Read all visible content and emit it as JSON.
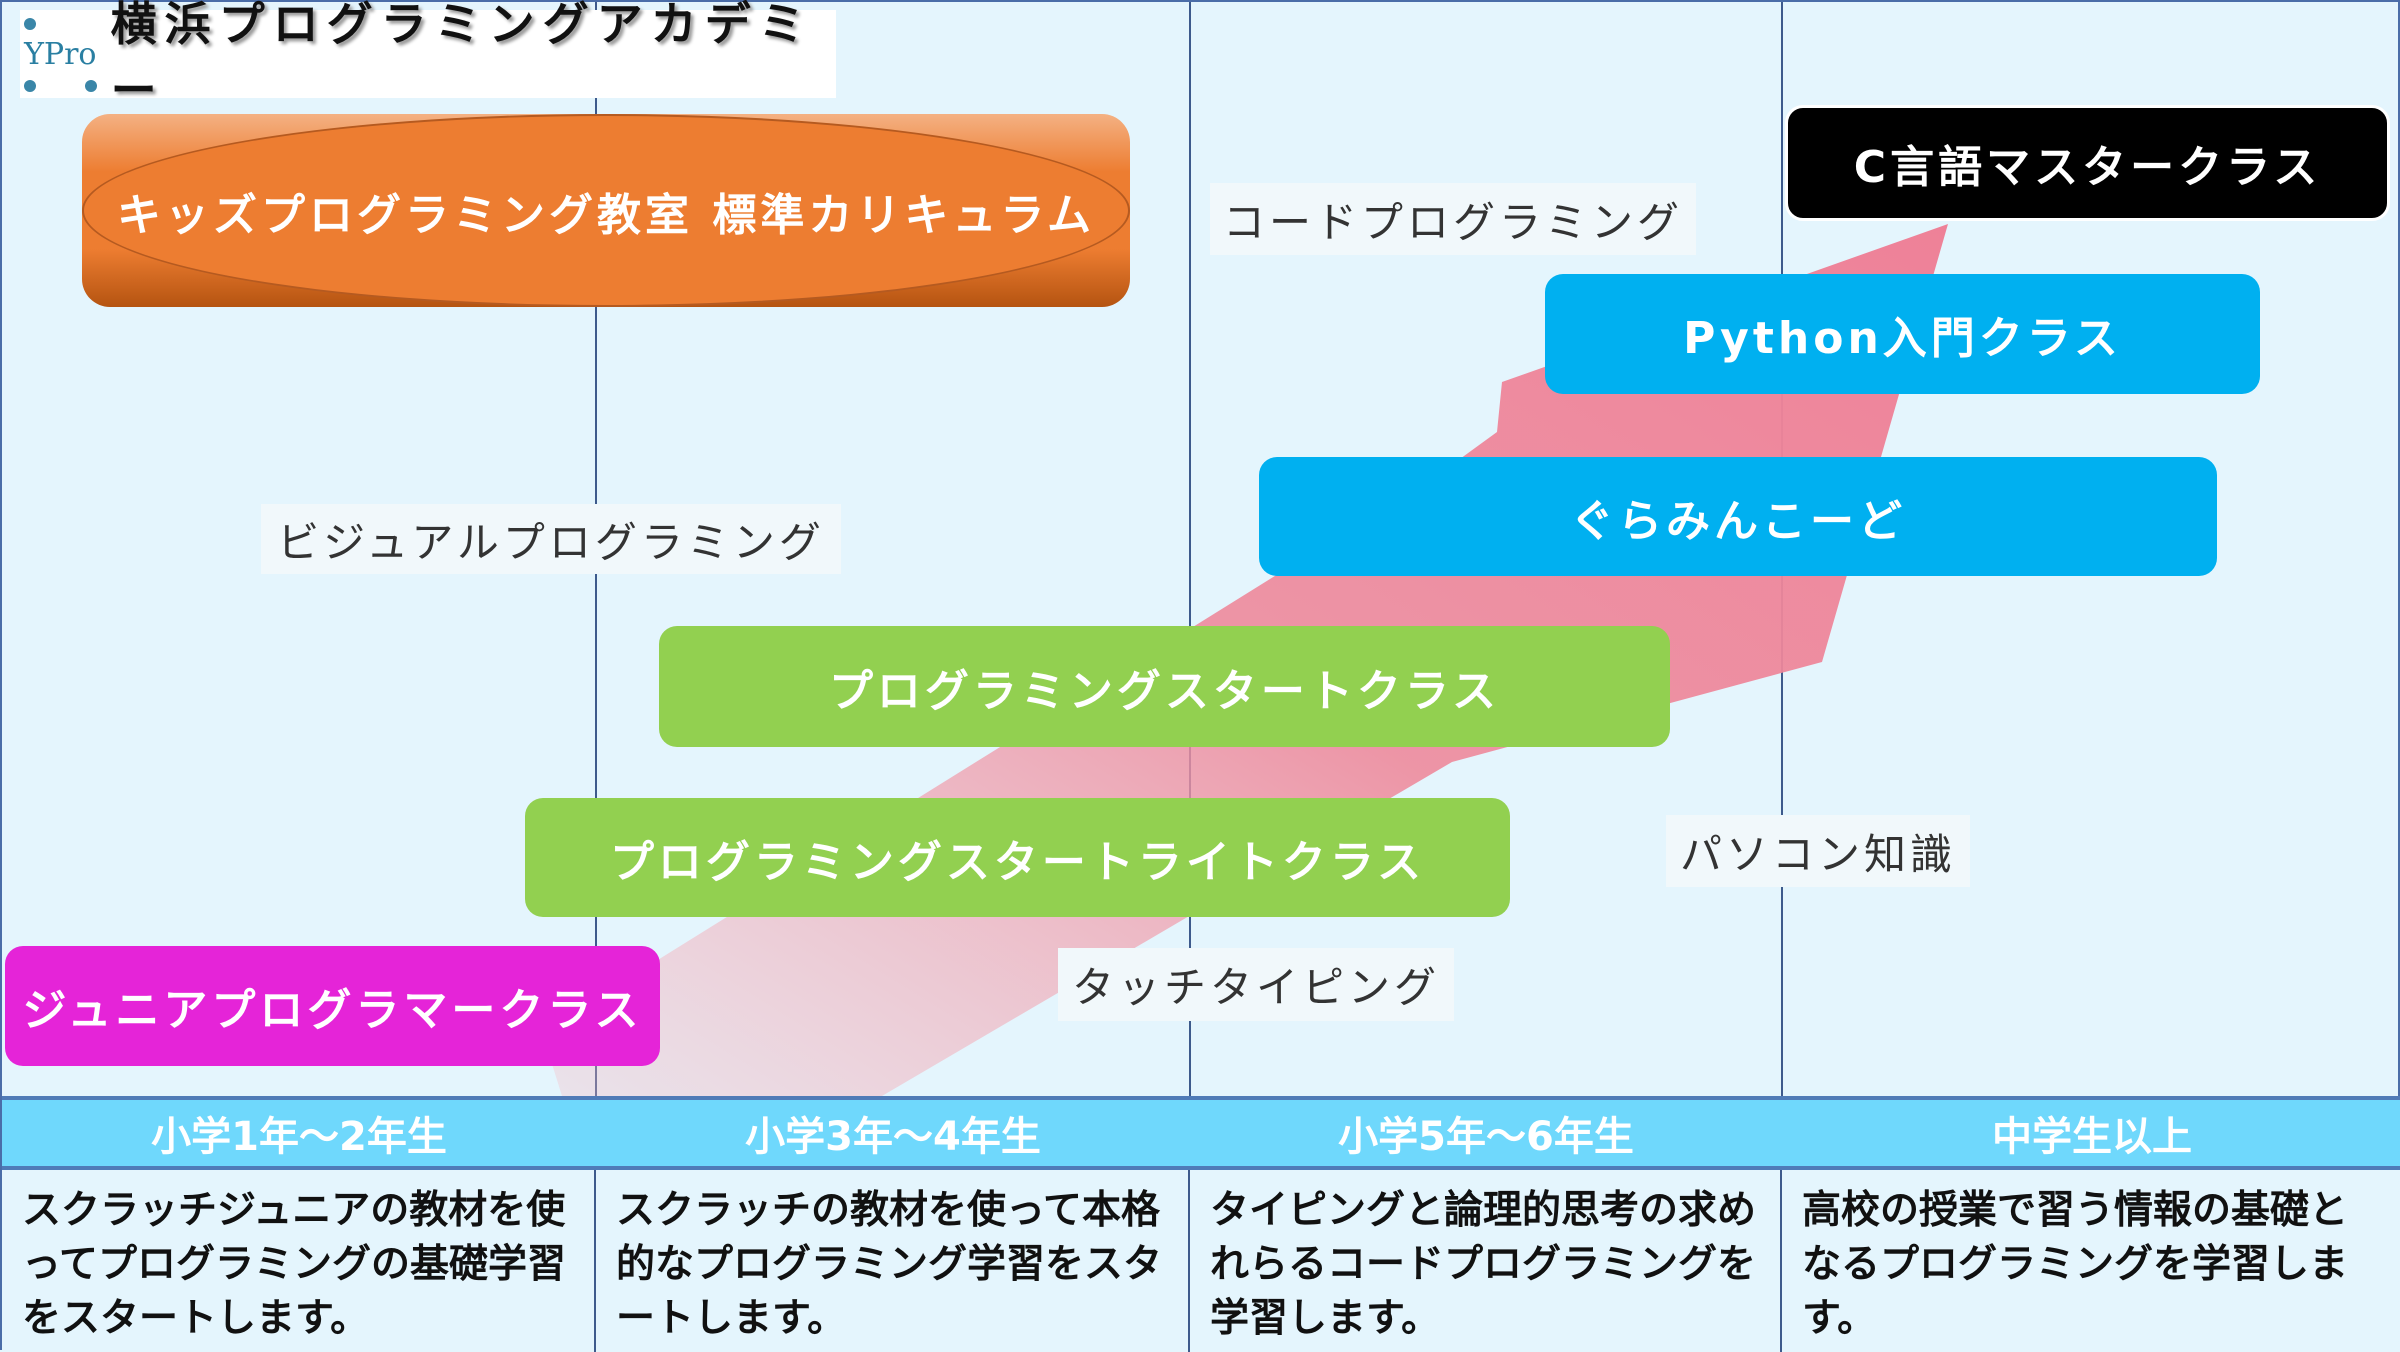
{
  "header": {
    "logo_text": "YPro",
    "title": "横浜プログラミングアカデミー"
  },
  "curriculum_title": "キッズプログラミング教室 標準カリキュラム",
  "classes": [
    {
      "label": "C言語マスタークラス",
      "color": "#000000"
    },
    {
      "label": "Python入門クラス",
      "color": "#00b0f0"
    },
    {
      "label": "ぐらみんこーど",
      "color": "#00b0f0"
    },
    {
      "label": "プログラミングスタートクラス",
      "color": "#92d050"
    },
    {
      "label": "プログラミングスタートライトクラス",
      "color": "#92d050"
    },
    {
      "label": "ジュニアプログラマークラス",
      "color": "#e524d8"
    }
  ],
  "skills": [
    "コードプログラミング",
    "ビジュアルプログラミング",
    "パソコン知識",
    "タッチタイピング"
  ],
  "grades": [
    "小学1年〜2年生",
    "小学3年〜4年生",
    "小学5年〜6年生",
    "中学生以上"
  ],
  "descriptions": [
    "スクラッチジュニアの教材を使ってプログラミングの基礎学習をスタートします。",
    "スクラッチの教材を使って本格的なプログラミング学習をスタートします。",
    "タイピングと論理的思考の求めれらるコードプログラミングを学習します。",
    "高校の授業で習う情報の基礎となるプログラミングを学習します。"
  ]
}
